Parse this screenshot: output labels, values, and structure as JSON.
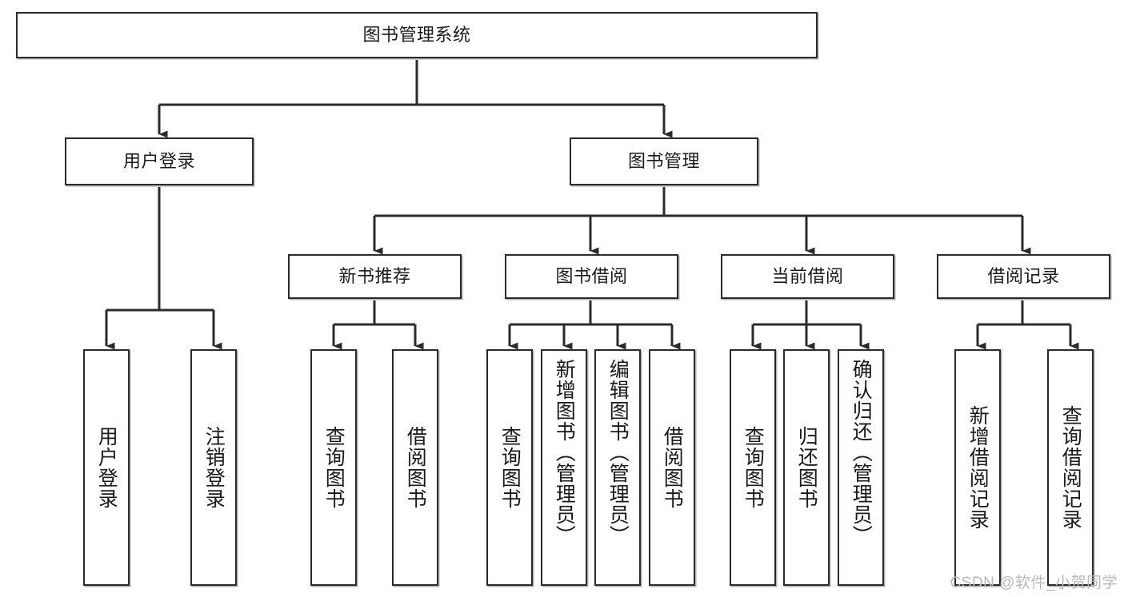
{
  "diagram": {
    "type": "tree-hierarchy",
    "title": "图书管理系统",
    "orientation": "top-down",
    "arrow_color": "#2b2b2b",
    "box_border_color": "#2b2b2b",
    "box_fill_color": "#ffffff",
    "text_color": "#1a1a1a",
    "levels": 4,
    "nodes": {
      "root": {
        "label": "图书管理系统",
        "level": 0
      },
      "l1": [
        {
          "id": "user-login",
          "label": "用户登录",
          "level": 1
        },
        {
          "id": "book-manage",
          "label": "图书管理",
          "level": 1
        }
      ],
      "l2": [
        {
          "id": "new-book-rec",
          "label": "新书推荐",
          "level": 2,
          "parent": "book-manage"
        },
        {
          "id": "book-borrow",
          "label": "图书借阅",
          "level": 2,
          "parent": "book-manage"
        },
        {
          "id": "current-borrow",
          "label": "当前借阅",
          "level": 2,
          "parent": "book-manage"
        },
        {
          "id": "borrow-record",
          "label": "借阅记录",
          "level": 2,
          "parent": "book-manage"
        }
      ],
      "leaves": [
        {
          "id": "leaf-user-login",
          "label": "用户登录",
          "parent": "user-login"
        },
        {
          "id": "leaf-user-logout",
          "label": "注销登录",
          "parent": "user-login"
        },
        {
          "id": "leaf-query-book-1",
          "label": "查询图书",
          "parent": "new-book-rec"
        },
        {
          "id": "leaf-borrow-book-1",
          "label": "借阅图书",
          "parent": "new-book-rec"
        },
        {
          "id": "leaf-query-book-2",
          "label": "查询图书",
          "parent": "book-borrow"
        },
        {
          "id": "leaf-add-book",
          "label": "新增图书（管理员）",
          "parent": "book-borrow"
        },
        {
          "id": "leaf-edit-book",
          "label": "编辑图书（管理员）",
          "parent": "book-borrow"
        },
        {
          "id": "leaf-borrow-book-2",
          "label": "借阅图书",
          "parent": "book-borrow"
        },
        {
          "id": "leaf-query-book-3",
          "label": "查询图书",
          "parent": "current-borrow"
        },
        {
          "id": "leaf-return-book",
          "label": "归还图书",
          "parent": "current-borrow"
        },
        {
          "id": "leaf-confirm-return",
          "label": "确认归还（管理员）",
          "parent": "current-borrow"
        },
        {
          "id": "leaf-add-record",
          "label": "新增借阅记录",
          "parent": "borrow-record"
        },
        {
          "id": "leaf-query-record",
          "label": "查询借阅记录",
          "parent": "borrow-record"
        }
      ]
    }
  },
  "watermark": {
    "text": "CSDN @软件_小贺同学"
  }
}
